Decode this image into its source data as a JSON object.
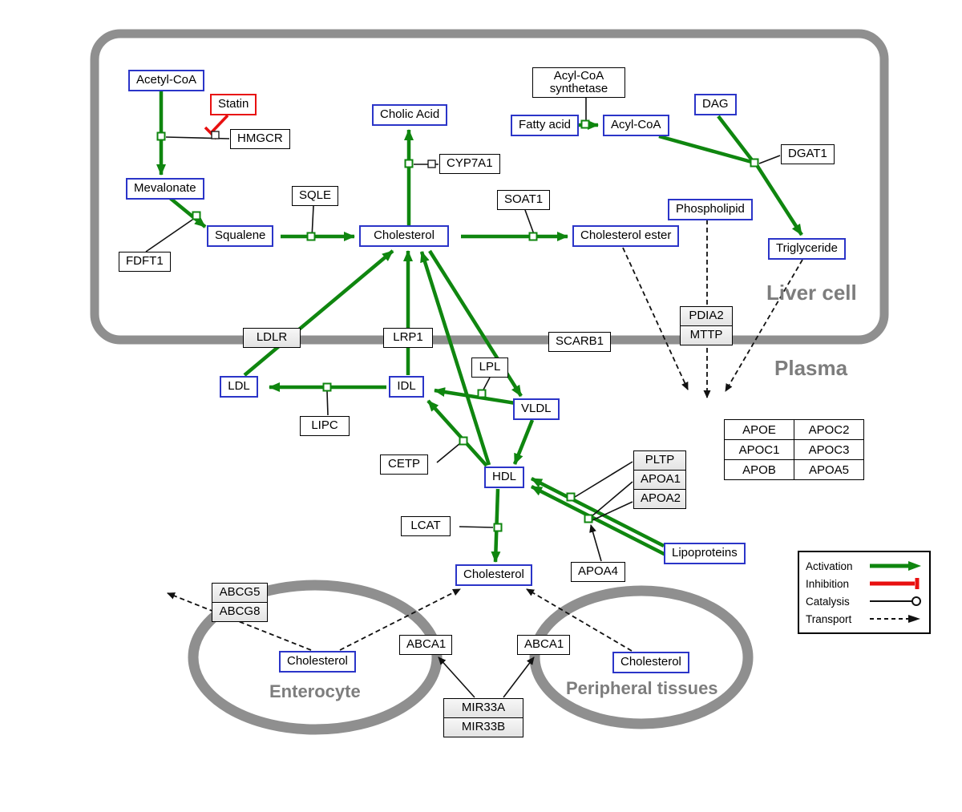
{
  "regions": {
    "liver": "Liver cell",
    "plasma": "Plasma",
    "enterocyte": "Enterocyte",
    "peripheral": "Peripheral tissues"
  },
  "nodes": {
    "acetyl_coa": "Acetyl-CoA",
    "statin": "Statin",
    "hmgcr": "HMGCR",
    "mevalonate": "Mevalonate",
    "fdft1": "FDFT1",
    "squalene": "Squalene",
    "sqle": "SQLE",
    "cholesterol_liver": "Cholesterol",
    "cholic_acid": "Cholic Acid",
    "cyp7a1": "CYP7A1",
    "soat1": "SOAT1",
    "cholesterol_ester": "Cholesterol ester",
    "acyl_coa_synthetase": "Acyl-CoA synthetase",
    "fatty_acid": "Fatty acid",
    "acyl_coa": "Acyl-CoA",
    "dag": "DAG",
    "dgat1": "DGAT1",
    "phospholipid": "Phospholipid",
    "triglyceride": "Triglyceride",
    "ldlr": "LDLR",
    "lrp1": "LRP1",
    "scarb1": "SCARB1",
    "pdia2": "PDIA2",
    "mttp": "MTTP",
    "ldl": "LDL",
    "idl": "IDL",
    "lipc": "LIPC",
    "lpl": "LPL",
    "vldl": "VLDL",
    "cetp": "CETP",
    "hdl": "HDL",
    "lcat": "LCAT",
    "pltp": "PLTP",
    "apoa1": "APOA1",
    "apoa2": "APOA2",
    "apoa4": "APOA4",
    "lipoproteins": "Lipoproteins",
    "apoe": "APOE",
    "apoc2": "APOC2",
    "apoc1": "APOC1",
    "apoc3": "APOC3",
    "apob": "APOB",
    "apoa5": "APOA5",
    "cholesterol_plasma": "Cholesterol",
    "abcg5": "ABCG5",
    "abcg8": "ABCG8",
    "cholesterol_enterocyte": "Cholesterol",
    "abca1_left": "ABCA1",
    "abca1_right": "ABCA1",
    "cholesterol_peripheral": "Cholesterol",
    "mir33a": "MIR33A",
    "mir33b": "MIR33B"
  },
  "legend": {
    "activation": "Activation",
    "inhibition": "Inhibition",
    "catalysis": "Catalysis",
    "transport": "Transport"
  },
  "colors": {
    "activation_green": "#0f860f",
    "inhibition_red": "#e81010",
    "metabolite_blue": "#2b35c8",
    "membrane_gray": "#8f8f8f"
  }
}
